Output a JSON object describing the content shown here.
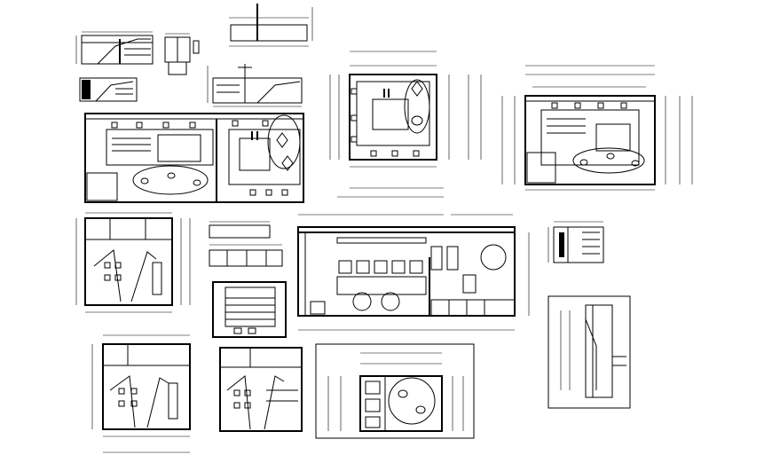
{
  "drawing": {
    "background": "#ffffff",
    "line_color": "#000000",
    "views": [
      "small-elevations-top-left",
      "reception-plan-left",
      "top-center-plan",
      "top-right-plan",
      "cabinet-elevation-left",
      "long-section-center",
      "small-side-elevation-right",
      "counter-elevation-center",
      "lower-left-elevation",
      "lower-mid-elevation",
      "lower-center-framed-plan",
      "right-framed-elevation"
    ]
  }
}
